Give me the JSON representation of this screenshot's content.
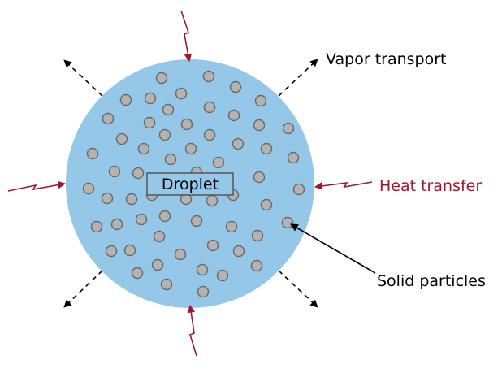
{
  "diagram": {
    "droplet_label": "Droplet",
    "vapor_label": "Vapor transport",
    "heat_label": "Heat transfer",
    "particles_label": "Solid particles"
  },
  "colors": {
    "droplet_fill": "#95c7e8",
    "particle_fill": "#b3b3b3",
    "particle_stroke": "#6b6b6b",
    "heat": "#a1172d",
    "text": "#000000"
  }
}
